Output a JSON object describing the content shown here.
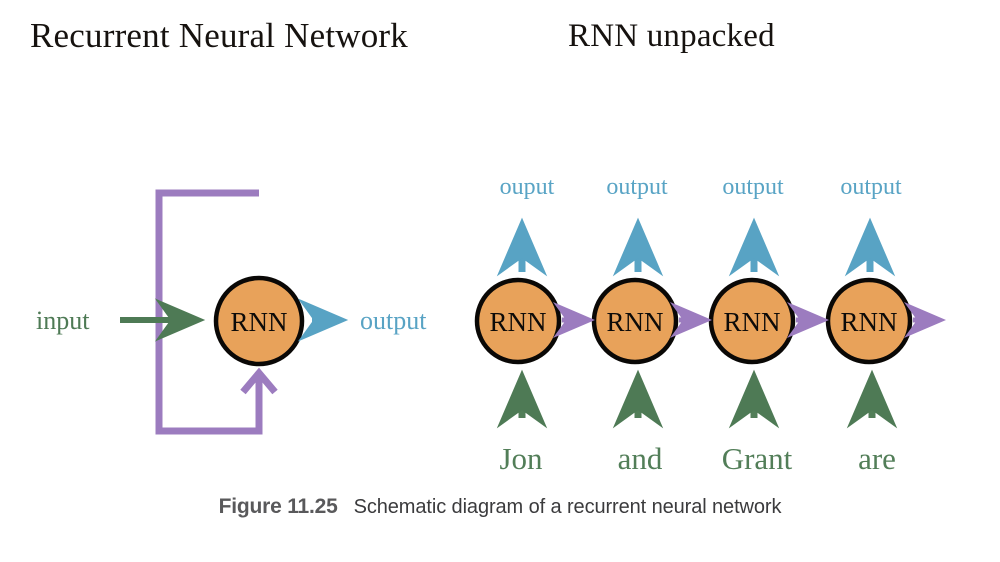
{
  "figure": {
    "titles": {
      "left": "Recurrent Neural Network",
      "right": "RNN unpacked"
    },
    "caption": {
      "figure_number": "Figure 11.25",
      "text": "Schematic diagram of a recurrent neural network"
    },
    "colors": {
      "node_fill": "#e8a25a",
      "node_stroke": "#0a0806",
      "recurrent_purple": "#9c7cbf",
      "input_green": "#4e7a55",
      "output_teal": "#58a3c4",
      "background": "#ffffff",
      "caption_figno": "#59595b",
      "caption_text": "#3b3b3d",
      "title": "#16120f"
    }
  },
  "folded_diagram": {
    "node_label": "RNN",
    "input_label": "input",
    "output_label": "output",
    "recurrent_loop_name": "recurrent-feedback-loop"
  },
  "unpacked_diagram": {
    "steps": [
      {
        "node_label": "RNN",
        "output_label": "ouput",
        "word_label": "Jon"
      },
      {
        "node_label": "RNN",
        "output_label": "output",
        "word_label": "and"
      },
      {
        "node_label": "RNN",
        "output_label": "output",
        "word_label": "Grant"
      },
      {
        "node_label": "RNN",
        "output_label": "output",
        "word_label": "are"
      }
    ],
    "trailing_arrow": true
  }
}
